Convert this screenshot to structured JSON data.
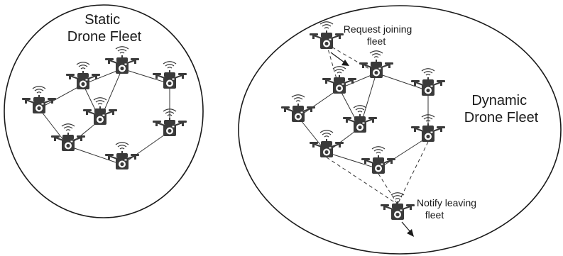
{
  "static_fleet": {
    "title_line_1": "Static",
    "title_line_2": "Drone Fleet"
  },
  "dynamic_fleet": {
    "title_line_1": "Dynamic",
    "title_line_2": "Drone Fleet"
  },
  "events": {
    "join": {
      "line_1": "Request joining",
      "line_2": "fleet"
    },
    "leave": {
      "line_1": "Notify leaving",
      "line_2": "fleet"
    }
  },
  "icons": {
    "node": "camera-drone-icon"
  }
}
